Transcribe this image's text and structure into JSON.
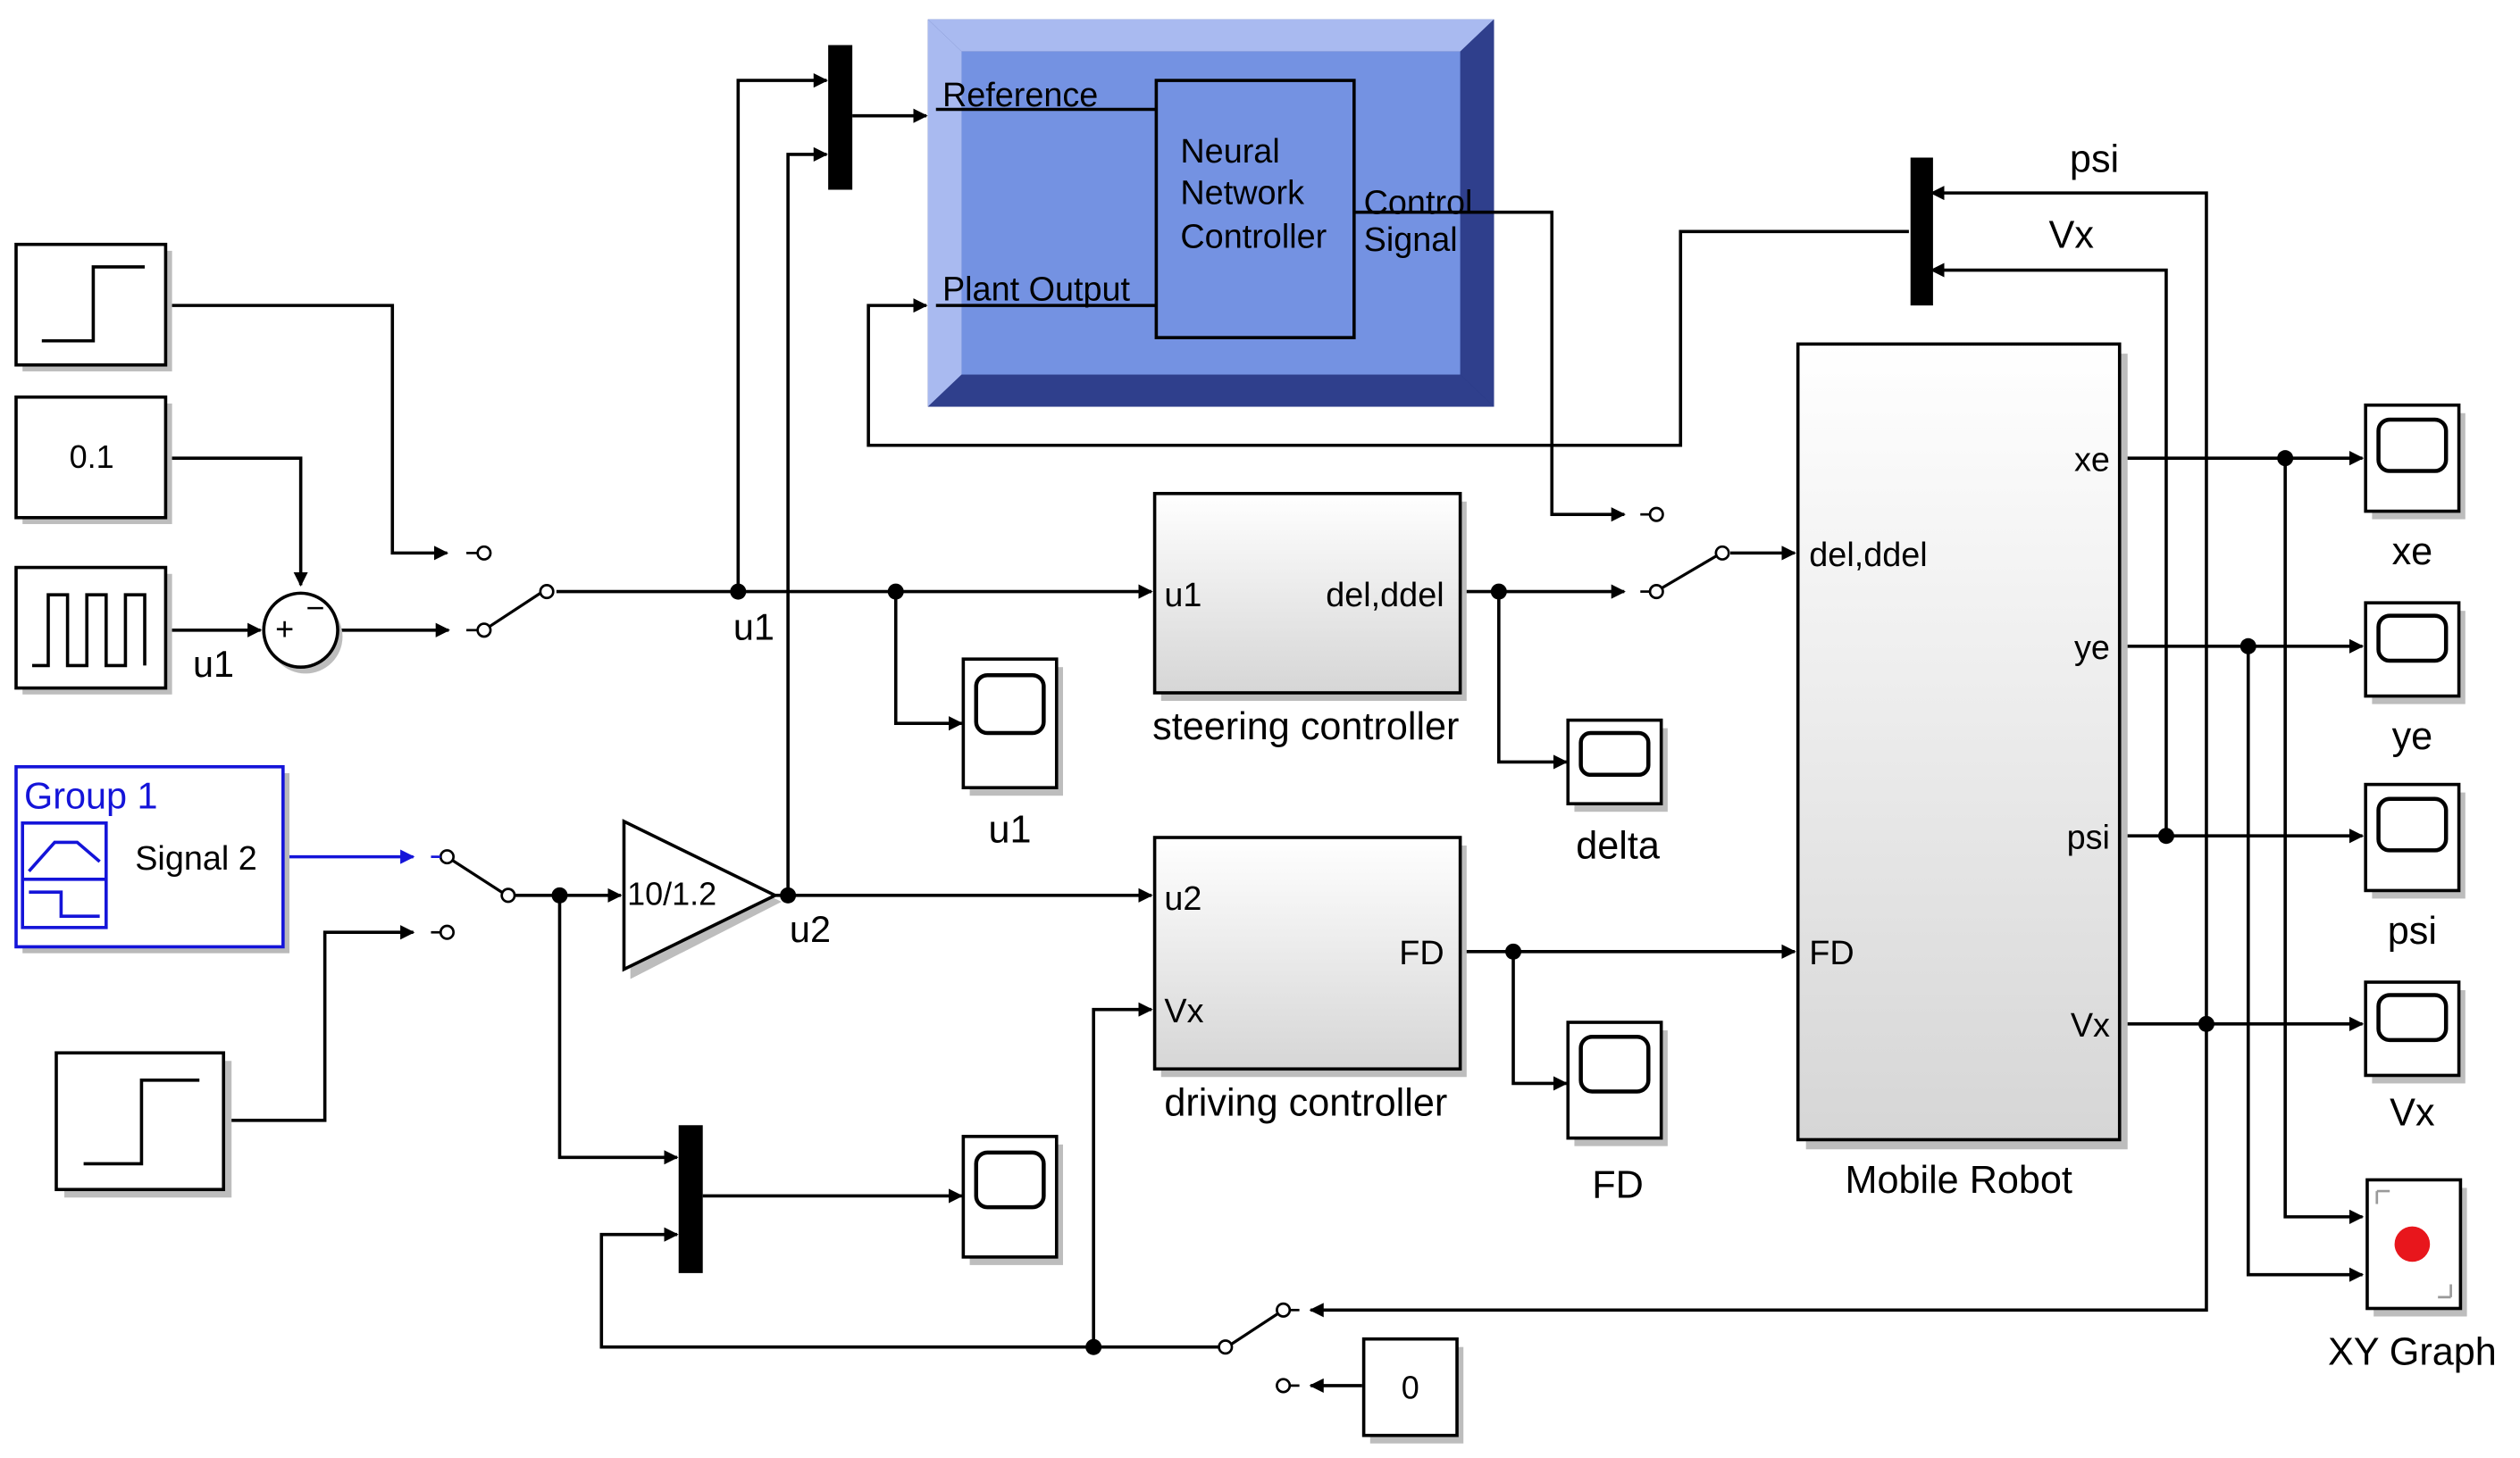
{
  "blocks": {
    "constant_0_1": "0.1",
    "constant_0": "0",
    "gain": "10/1.2",
    "sum_sign": "+",
    "sum_minus": "−",
    "nn": {
      "title_lines": [
        "Neural",
        "Network",
        "Controller"
      ],
      "port_reference": "Reference",
      "port_plant_output": "Plant Output",
      "port_control_lines": [
        "Control",
        "Signal"
      ]
    },
    "steering": {
      "name": "steering controller",
      "in_port": "u1",
      "out_port": "del,ddel"
    },
    "driving": {
      "name": "driving controller",
      "in_port_1": "u2",
      "in_port_2": "Vx",
      "out_port": "FD"
    },
    "robot": {
      "name": "Mobile Robot",
      "in_port_1": "del,ddel",
      "in_port_2": "FD",
      "out_ports": [
        "xe",
        "ye",
        "psi",
        "Vx"
      ]
    },
    "signal_builder": {
      "group": "Group 1",
      "signal": "Signal 2"
    },
    "scopes": {
      "u1": "u1",
      "delta": "delta",
      "FD": "FD",
      "xe": "xe",
      "ye": "ye",
      "psi": "psi",
      "Vx": "Vx",
      "xy": "XY Graph"
    }
  },
  "signals": {
    "u1_pulse": "u1",
    "u1_line": "u1",
    "u2_line": "u2",
    "psi": "psi",
    "Vx": "Vx"
  },
  "colors": {
    "nn_fill": "#7492e2",
    "nn_border": "#1c2d78",
    "signal_builder": "#1414d9",
    "xy_dot": "#e8161c"
  }
}
